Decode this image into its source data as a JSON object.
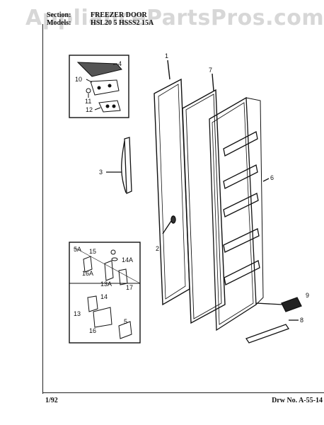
{
  "watermark": "AppliancePartsPros.com",
  "header": {
    "section_label": "Section:",
    "section_value": "FREEZER DOOR",
    "model_label": "Models:",
    "model_value": "HSL20 5 HSSS2 15A"
  },
  "callouts": [
    "1",
    "2",
    "3",
    "4",
    "5",
    "5A",
    "6",
    "7",
    "8",
    "9",
    "10",
    "11",
    "12",
    "13",
    "13A",
    "14",
    "14A",
    "15",
    "16",
    "16A",
    "17"
  ],
  "footer": {
    "date": "1/92",
    "drawing_number": "Drw No. A-55-14"
  }
}
